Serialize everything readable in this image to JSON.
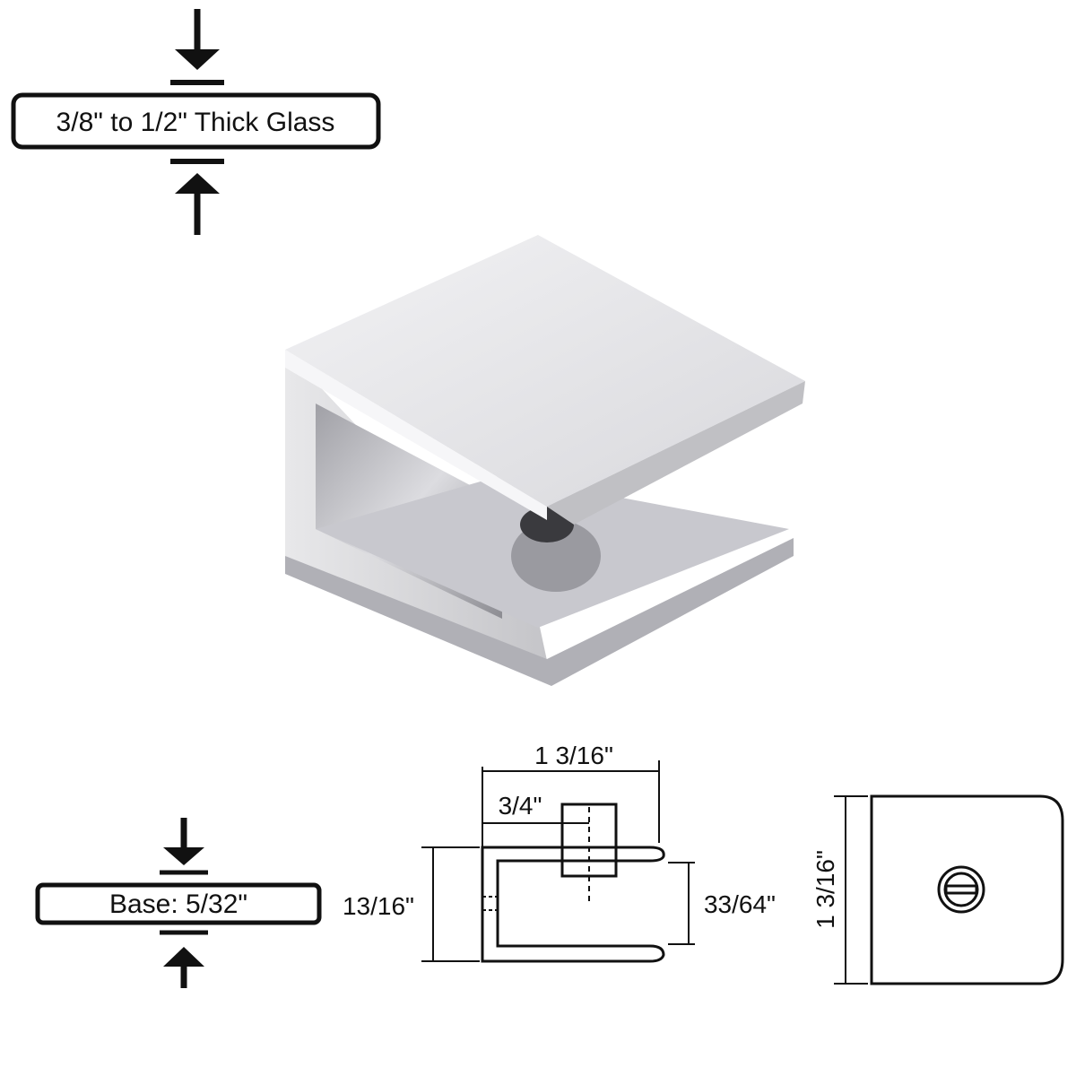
{
  "glass_thickness_label": "3/8\" to 1/2\" Thick Glass",
  "base_label": "Base: 5/32\"",
  "side_view": {
    "overall_width": "1 3/16\"",
    "screw_offset": "3/4\"",
    "overall_height": "13/16\"",
    "opening": "33/64\""
  },
  "front_view": {
    "height": "1 3/16\""
  },
  "colors": {
    "line": "#111111",
    "metal_light": "#e6e6e8",
    "metal_dark": "#9a9aa0"
  }
}
